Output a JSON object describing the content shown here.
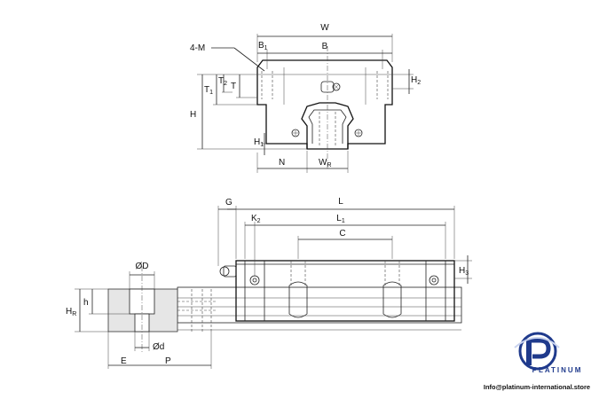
{
  "front_view": {
    "labels": {
      "W": "W",
      "B1_main": "B",
      "B1_sub": "1",
      "B": "B",
      "M": "4-M",
      "T1_main": "T",
      "T1_sub": "1",
      "T2_main": "T",
      "T2_sub": "2",
      "T": "T",
      "H": "H",
      "H1_main": "H",
      "H1_sub": "1",
      "H2_main": "H",
      "H2_sub": "2",
      "N": "N",
      "WR_main": "W",
      "WR_sub": "R"
    }
  },
  "side_view": {
    "labels": {
      "G": "G",
      "K2_main": "K",
      "K2_sub": "2",
      "L": "L",
      "L1_main": "L",
      "L1_sub": "1",
      "C": "C",
      "H3_main": "H",
      "H3_sub": "3"
    }
  },
  "rail_section": {
    "labels": {
      "D": "ØD",
      "h": "h",
      "HR_main": "H",
      "HR_sub": "R",
      "d": "Ød",
      "E": "E",
      "P": "P"
    }
  },
  "branding": {
    "name": "PLATINUM",
    "email": "Info@platinum-international.store",
    "color": "#1f3a8c"
  }
}
